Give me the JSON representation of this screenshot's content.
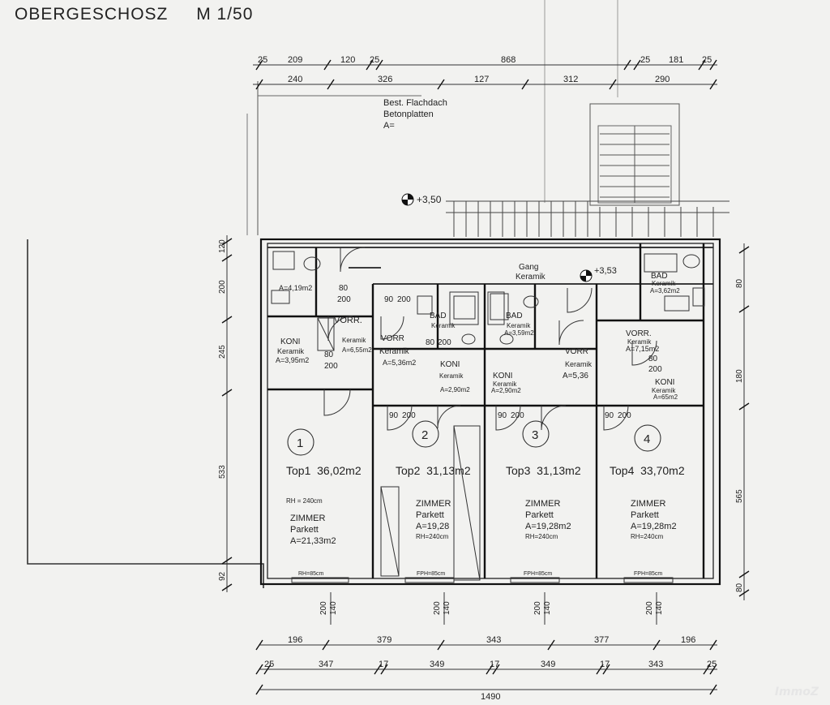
{
  "title": {
    "text": "OBERGESCHOSZ",
    "scale": "M 1/50"
  },
  "watermark": "ImmoZ",
  "roof": {
    "l1": "Best. Flachdach",
    "l2": "Betonplatten",
    "l3": "A="
  },
  "levels": {
    "upper": "+3,50",
    "floor": "+3,53"
  },
  "corridor": {
    "l1": "Gang",
    "l2": "Keramik"
  },
  "rooms": {
    "bad_left": {
      "name": "",
      "mat": "",
      "area": "A=4,19m2"
    },
    "vorr_left": {
      "name": "VORR.",
      "mat": "Keramik",
      "area": "A=6,55m2"
    },
    "koni1": {
      "name": "KONI",
      "mat": "Keramik",
      "area": "A=3,95m2"
    },
    "vorr2": {
      "name": "VORR",
      "mat": "Keramik",
      "area": "A=5,36m2"
    },
    "bad2": {
      "name": "BAD",
      "mat": "Keramik"
    },
    "koni2": {
      "name": "KONI",
      "mat": "Keramik",
      "area": "A=2,90m2"
    },
    "bad3": {
      "name": "BAD",
      "mat": "Keramik",
      "area": "A=3,59m2"
    },
    "koni3": {
      "name": "KONI",
      "mat": "Keramik",
      "area": "A=2,90m2"
    },
    "vorr3": {
      "name": "VORR",
      "mat": "Keramik",
      "area": "A=5,36"
    },
    "vorr4": {
      "name": "VORR.",
      "mat": "Keramik",
      "area": "A=7,15m2"
    },
    "bad4": {
      "name": "BAD",
      "mat": "Keramik",
      "area": "A=3,62m2"
    },
    "koni4": {
      "name": "KONI",
      "mat": "Keramik",
      "area": "A=65m2"
    }
  },
  "units": [
    {
      "num": "1",
      "top": "Top1  36,02m2",
      "rh_top": "RH = 240cm",
      "room": "ZIMMER",
      "floor": "Parkett",
      "area": "A=21,33m2",
      "rh": ""
    },
    {
      "num": "2",
      "top": "Top2  31,13m2",
      "rh_top": "",
      "room": "ZIMMER",
      "floor": "Parkett",
      "area": "A=19,28",
      "rh": "RH=240cm"
    },
    {
      "num": "3",
      "top": "Top3  31,13m2",
      "rh_top": "",
      "room": "ZIMMER",
      "floor": "Parkett",
      "area": "A=19,28m2",
      "rh": "RH=240cm"
    },
    {
      "num": "4",
      "top": "Top4  33,70m2",
      "rh_top": "",
      "room": "ZIMMER",
      "floor": "Parkett",
      "area": "A=19,28m2",
      "rh": "RH=240cm"
    }
  ],
  "door_labels": [
    "80",
    "200",
    "90",
    "200",
    "80",
    "200",
    "90",
    "200",
    "80",
    "200",
    "90",
    "200",
    "90",
    "200",
    "80",
    "200"
  ],
  "window_labels": [
    "RH=85cm",
    "FPH=85cm",
    "FPH=85cm",
    "FPH=85cm"
  ],
  "dims": {
    "top1": [
      "25",
      "209",
      "120",
      "25",
      "868",
      "25",
      "181",
      "25"
    ],
    "top2": [
      "240",
      "326",
      "127",
      "312",
      "290"
    ],
    "left": [
      "120",
      "200",
      "245",
      "533",
      "92"
    ],
    "right": [
      "80",
      "180",
      "565",
      "80"
    ],
    "wall_open": [
      "200",
      "140",
      "200",
      "140",
      "200",
      "140",
      "200",
      "140"
    ],
    "bottom1": [
      "196",
      "379",
      "343",
      "377",
      "196"
    ],
    "bottom2": [
      "25",
      "347",
      "17",
      "349",
      "17",
      "349",
      "17",
      "343",
      "25"
    ],
    "total": "1490"
  }
}
